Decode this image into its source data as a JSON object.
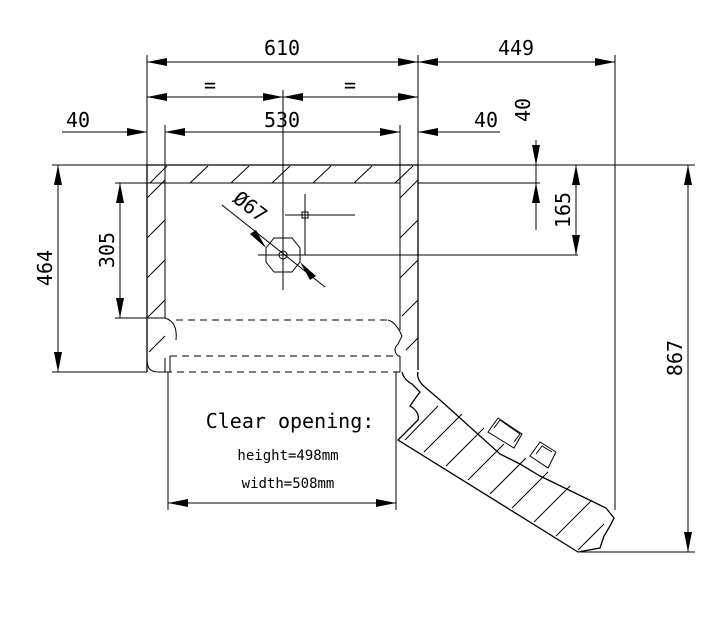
{
  "drawing": {
    "dimensions": {
      "overall_width": "610",
      "door_swing": "449",
      "equal_left": "=",
      "equal_right": "=",
      "inner_width": "530",
      "wall_left": "40",
      "wall_right": "40",
      "top_wall": "40",
      "hole_offset": "165",
      "outer_height": "464",
      "inner_height": "305",
      "total_height": "867",
      "hole_diameter": "Ø67"
    },
    "clear_opening": {
      "title": "Clear opening:",
      "height": "height=498mm",
      "width": "width=508mm"
    }
  }
}
